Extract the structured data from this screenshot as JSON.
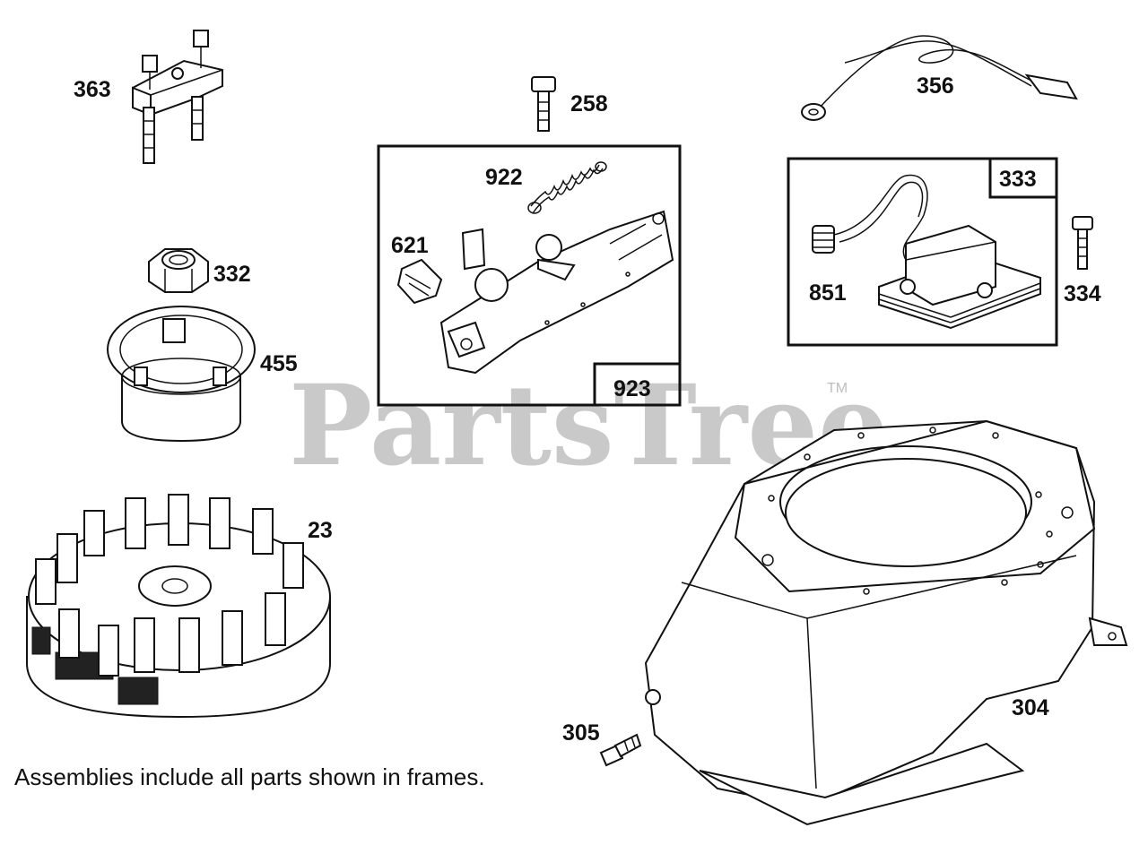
{
  "watermark": {
    "text": "PartsTree",
    "tm": "TM"
  },
  "footnote": "Assemblies include all parts shown in frames.",
  "parts": {
    "p363": "363",
    "p258": "258",
    "p356": "356",
    "p922": "922",
    "p621": "621",
    "p923": "923",
    "p333": "333",
    "p851": "851",
    "p334": "334",
    "p332": "332",
    "p455": "455",
    "p23": "23",
    "p304": "304",
    "p305": "305"
  }
}
